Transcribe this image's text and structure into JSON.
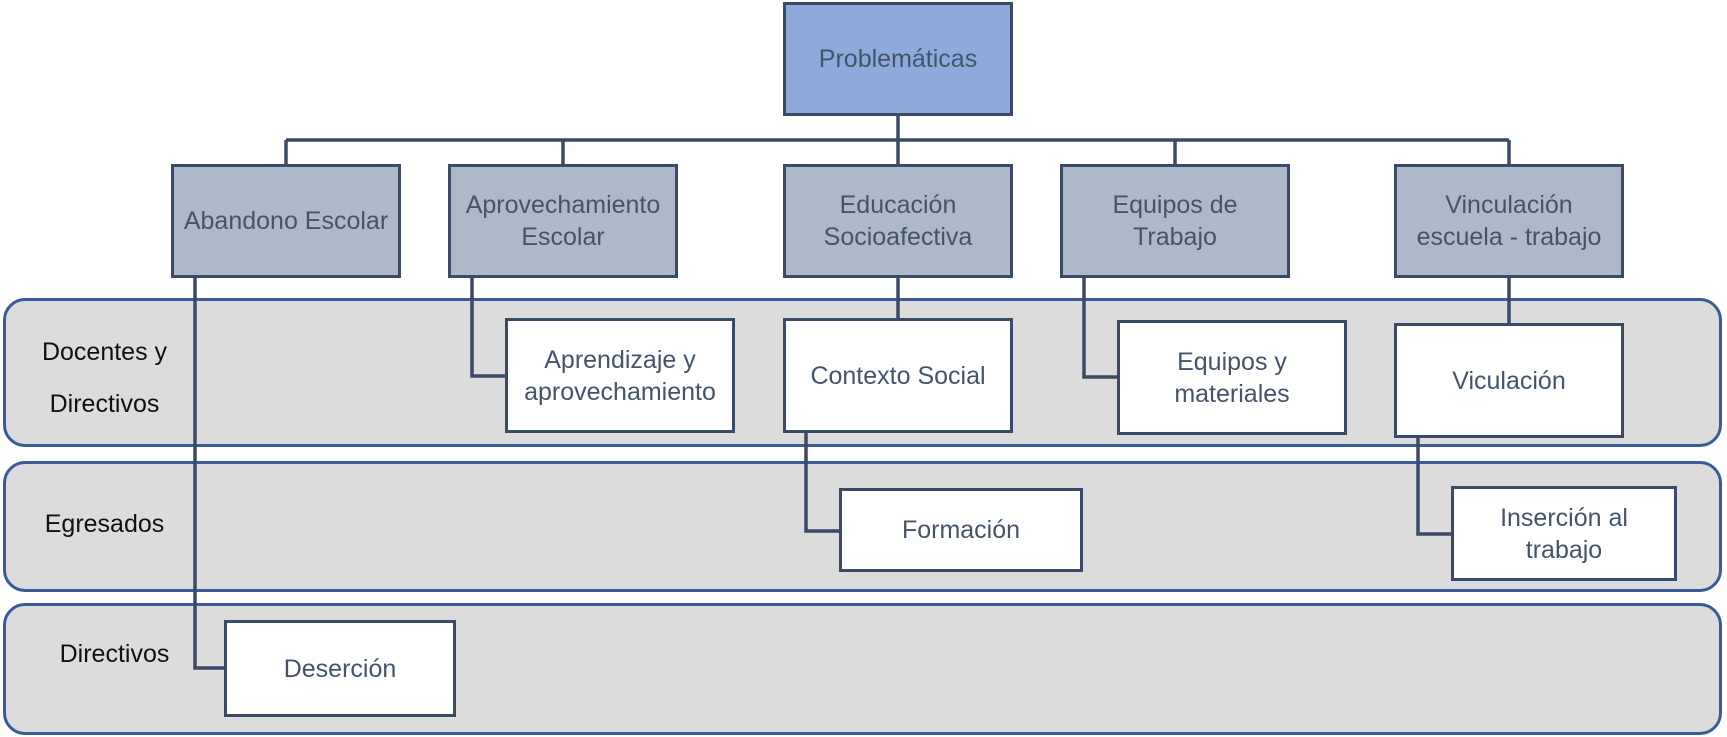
{
  "root": {
    "label": "Problemáticas"
  },
  "categories": [
    {
      "label": "Abandono Escolar"
    },
    {
      "label": "Aprovechamiento\nEscolar"
    },
    {
      "label": "Educación\nSocioafectiva"
    },
    {
      "label": "Equipos de\nTrabajo"
    },
    {
      "label": "Vinculación\nescuela - trabajo"
    }
  ],
  "bands": [
    {
      "label": "Docentes y\nDirectivos"
    },
    {
      "label": "Egresados"
    },
    {
      "label": "Directivos"
    }
  ],
  "leaves": [
    {
      "label": "Aprendizaje y\naprovechamiento"
    },
    {
      "label": "Contexto Social"
    },
    {
      "label": "Equipos y\nmateriales"
    },
    {
      "label": "Viculación"
    },
    {
      "label": "Formación"
    },
    {
      "label": "Inserción al\ntrabajo"
    },
    {
      "label": "Deserción"
    }
  ],
  "colors": {
    "root_fill": "#8eaadb",
    "category_fill": "#adb9ca",
    "leaf_fill": "#ffffff",
    "band_fill": "#dcdcdc",
    "band_border": "#3c5a9a",
    "line": "#3b4a66",
    "text": "#44546a"
  }
}
